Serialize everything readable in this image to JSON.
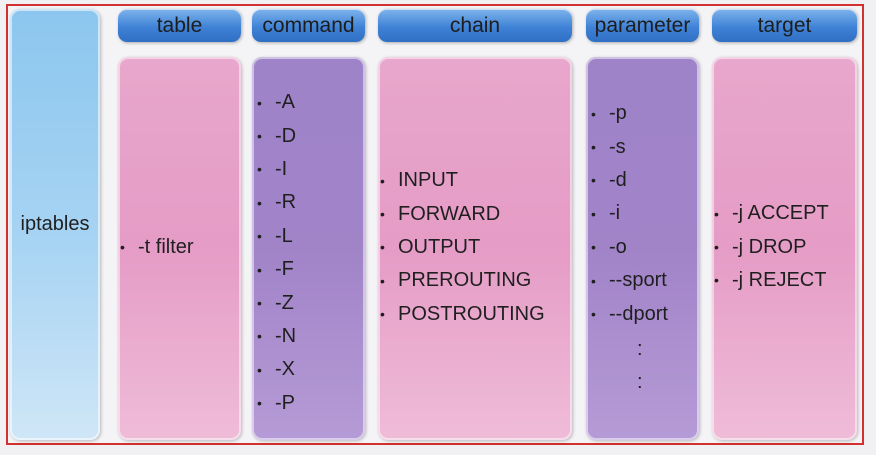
{
  "first_column": {
    "label": "iptables"
  },
  "headers": [
    "table",
    "command",
    "chain",
    "parameter",
    "target"
  ],
  "table_items": [
    "-t  filter"
  ],
  "command_items": [
    "-A",
    "-D",
    "-I",
    "-R",
    "-L",
    "-F",
    "-Z",
    "-N",
    "-X",
    "-P"
  ],
  "chain_items": [
    "INPUT",
    "FORWARD",
    "OUTPUT",
    "PREROUTING",
    "POSTROUTING"
  ],
  "parameter_items": [
    "-p",
    "-s",
    "-d",
    "-i",
    "-o",
    "--sport",
    "--dport"
  ],
  "parameter_continuation": [
    ":",
    ":"
  ],
  "target_items": [
    "-j  ACCEPT",
    "-j  DROP",
    "-j  REJECT"
  ],
  "colors": {
    "frame_border": "#d1312f",
    "header_blue": "#3f82d6",
    "first_column_blue": "#a8d4f3",
    "pink_column": "#e59cc6",
    "purple_column": "#a183c8"
  }
}
